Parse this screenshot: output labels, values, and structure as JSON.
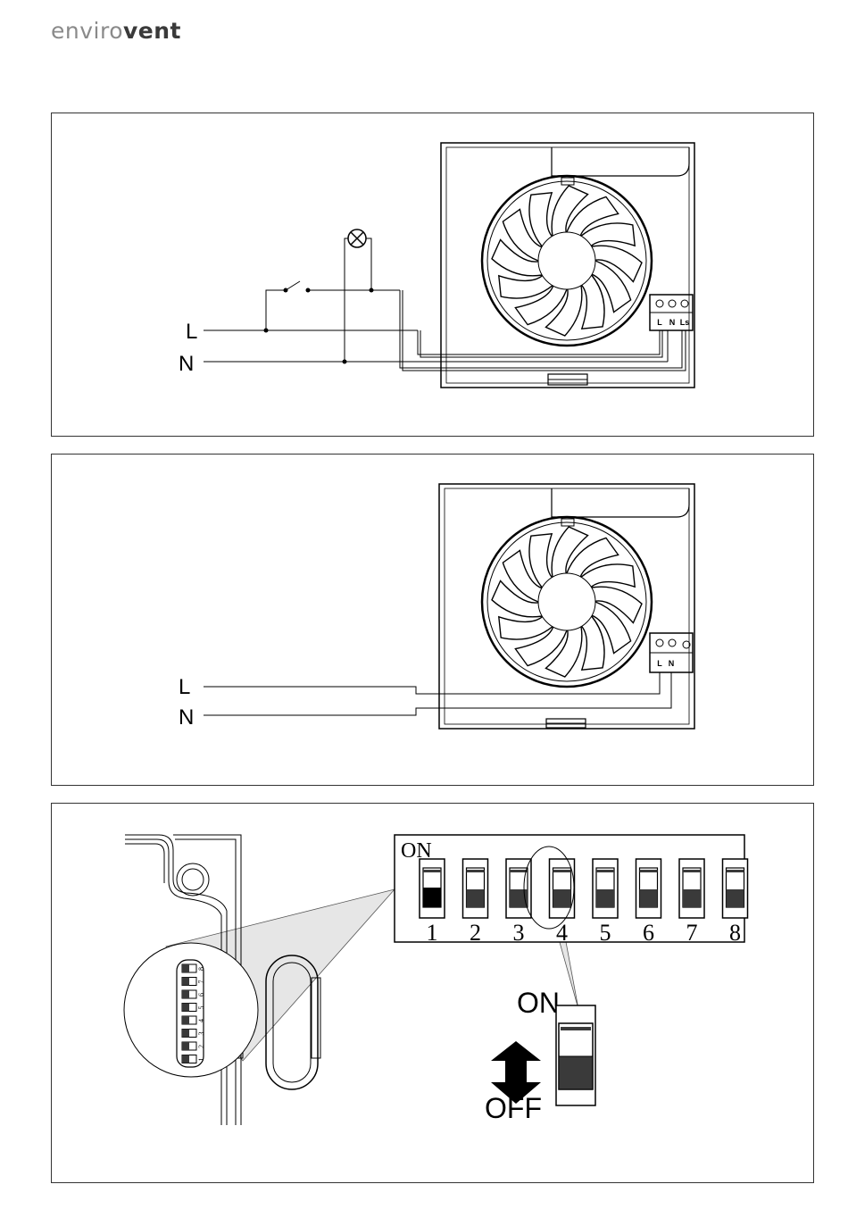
{
  "brand": {
    "light": "enviro",
    "bold": "vent"
  },
  "diagram_switched": {
    "line_label": "L",
    "neutral_label": "N",
    "terminal_labels": [
      "L",
      "N",
      "Ls"
    ]
  },
  "diagram_permanent": {
    "line_label": "L",
    "neutral_label": "N",
    "terminal_labels": [
      "L",
      "N"
    ]
  },
  "dip_switch": {
    "on_label": "ON",
    "numbers": [
      "1",
      "2",
      "3",
      "4",
      "5",
      "6",
      "7",
      "8"
    ],
    "small_numbers": [
      "8",
      "7",
      "6",
      "5",
      "4",
      "3",
      "2",
      "1"
    ],
    "toggle_on_label": "ON",
    "toggle_off_label": "OFF"
  },
  "colors": {
    "line": "#000000",
    "switch_fill": "#3a3a3a",
    "zoom_fill": "#e6e6e6"
  }
}
